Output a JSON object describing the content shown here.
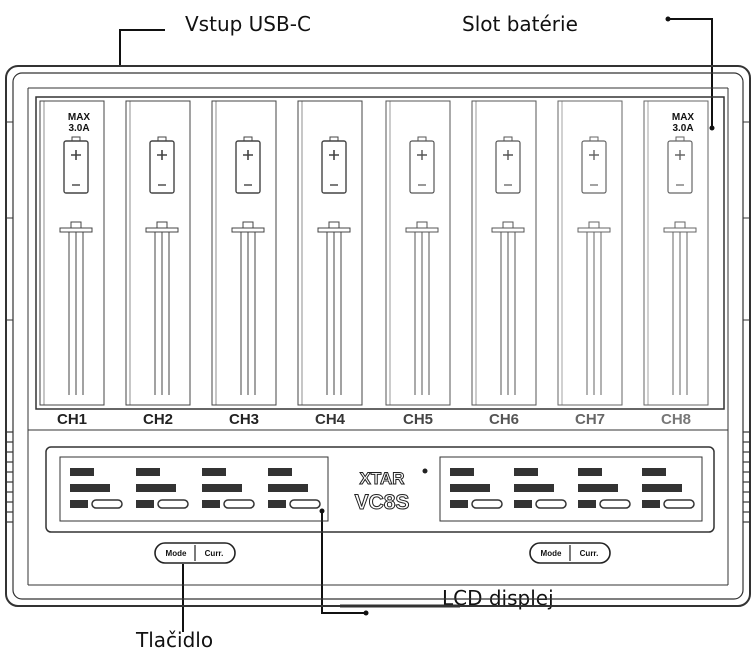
{
  "labels": {
    "usb": "Vstup USB-C",
    "slot": "Slot batérie",
    "lcd": "LCD displej",
    "button": "Tlačidlo"
  },
  "device": {
    "channels": [
      "CH1",
      "CH2",
      "CH3",
      "CH4",
      "CH5",
      "CH6",
      "CH7",
      "CH8"
    ],
    "max_line1": "MAX",
    "max_line2": "3.0A",
    "brand_top": "XTAR",
    "brand_bottom": "VC8S",
    "btn_mode": "Mode",
    "btn_curr": "Curr."
  }
}
